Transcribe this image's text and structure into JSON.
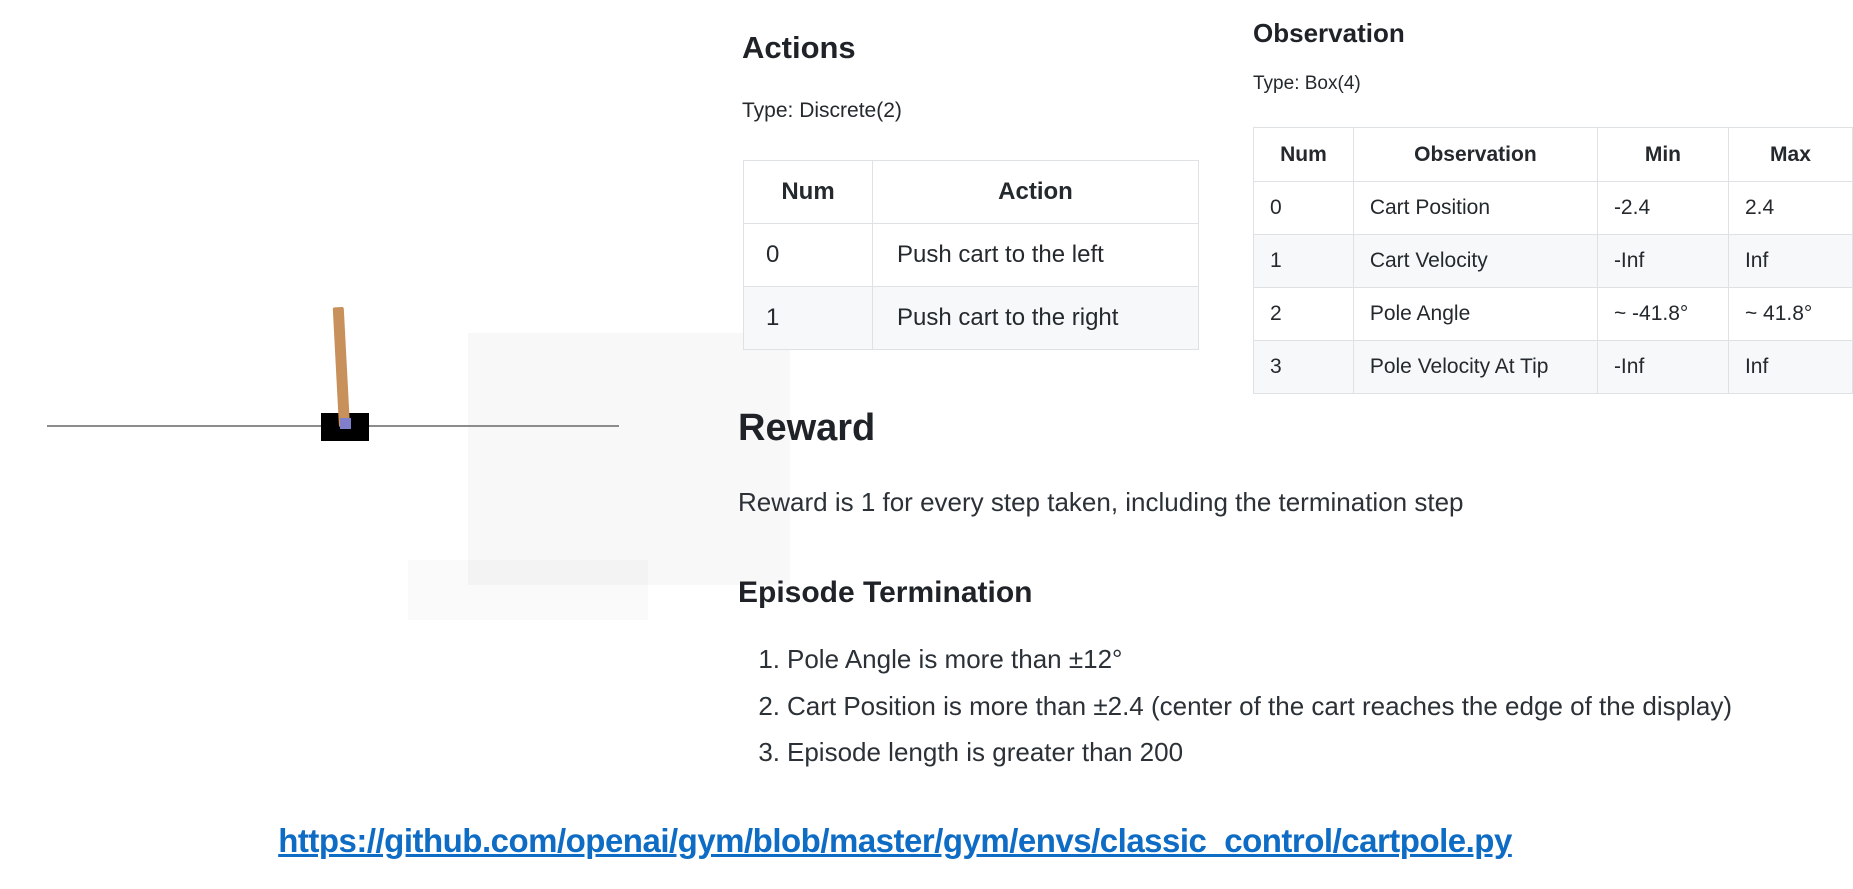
{
  "slide": {
    "figure": {
      "description": "CartPole environment render: black cart on a horizontal track with a tan pole balanced on a blue axle",
      "colors": {
        "track": "#8c8c8c",
        "cart": "#000000",
        "pole": "#c8905a",
        "axle": "#7f7fcc"
      }
    },
    "actions": {
      "heading": "Actions",
      "type_label": "Type: Discrete(2)",
      "table": {
        "headers": [
          "Num",
          "Action"
        ],
        "rows": [
          [
            "0",
            "Push cart to the left"
          ],
          [
            "1",
            "Push cart to the right"
          ]
        ]
      }
    },
    "observation": {
      "heading": "Observation",
      "type_label": "Type: Box(4)",
      "table": {
        "headers": [
          "Num",
          "Observation",
          "Min",
          "Max"
        ],
        "rows": [
          [
            "0",
            "Cart Position",
            "-2.4",
            "2.4"
          ],
          [
            "1",
            "Cart Velocity",
            "-Inf",
            "Inf"
          ],
          [
            "2",
            "Pole Angle",
            "~ -41.8°",
            "~ 41.8°"
          ],
          [
            "3",
            "Pole Velocity At Tip",
            "-Inf",
            "Inf"
          ]
        ]
      }
    },
    "reward": {
      "heading": "Reward",
      "description": "Reward is 1 for every step taken, including the termination step"
    },
    "episode_termination": {
      "heading": "Episode Termination",
      "items": [
        {
          "num": "1.",
          "text": "Pole Angle is more than ±12°"
        },
        {
          "num": "2.",
          "text": "Cart Position is more than ±2.4 (center of the cart reaches the edge of the display)"
        },
        {
          "num": "3.",
          "text": "Episode length is greater than 200"
        }
      ]
    },
    "source_link": {
      "text": "https://github.com/openai/gym/blob/master/gym/envs/classic_control/cartpole.py",
      "color": "#0e6cc4"
    },
    "style_colors": {
      "table_border": "#dfe2e5",
      "row_stripe": "#f6f8fa",
      "text": "#24292e"
    }
  }
}
